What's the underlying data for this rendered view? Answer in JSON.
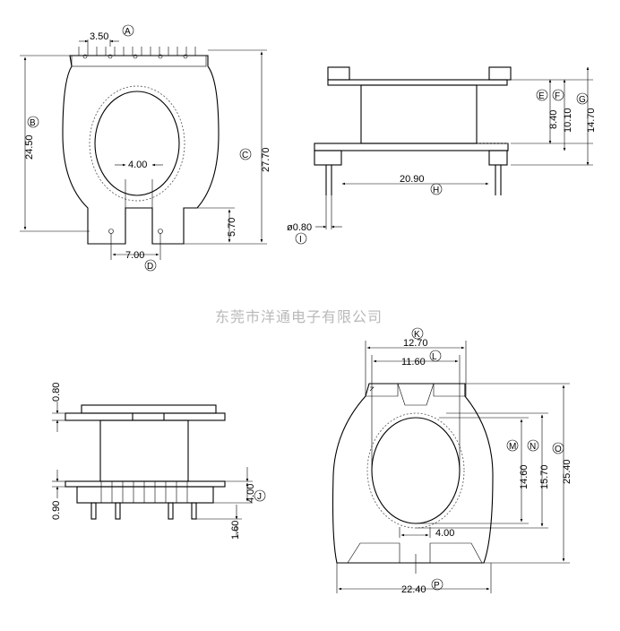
{
  "watermark": "东莞市洋通电子有限公司",
  "dims": {
    "a_pitch": "3.50",
    "b_height": "24.50",
    "c_height": "27.70",
    "hole_width": "4.00",
    "pin_height": "5.70",
    "d_width": "7.00",
    "e": "8.40",
    "f": "10.10",
    "g": "14.70",
    "h": "20.90",
    "pin_dia": "ø0.80",
    "flange_top": "0.80",
    "flange_bot": "0.90",
    "j_height": "4.00",
    "pin_len": "1.60",
    "k": "12.70",
    "l": "11.60",
    "m": "14.60",
    "n": "15.70",
    "o": "25.40",
    "slot": "4.00",
    "p": "22.40"
  },
  "callouts": [
    "A",
    "B",
    "C",
    "D",
    "E",
    "F",
    "G",
    "H",
    "I",
    "J",
    "K",
    "L",
    "M",
    "N",
    "O",
    "P"
  ]
}
